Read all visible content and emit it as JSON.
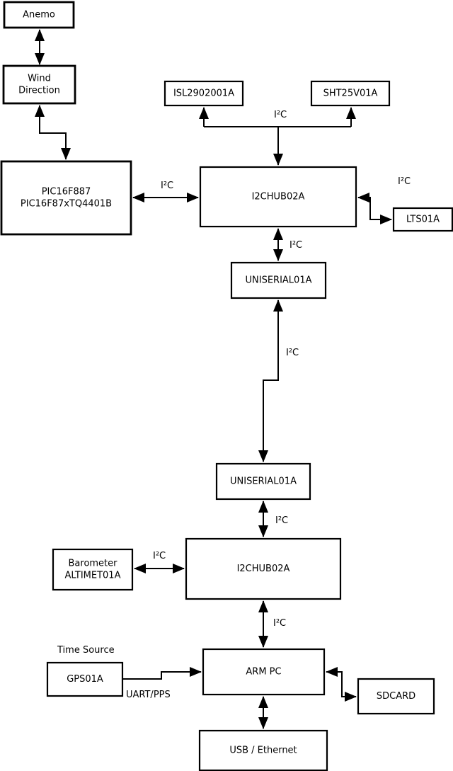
{
  "diagram": {
    "nodes": {
      "anemo": {
        "label": "Anemo"
      },
      "wind_direction": {
        "line1": "Wind",
        "line2": "Direction"
      },
      "pic": {
        "line1": "PIC16F887",
        "line2": "PIC16F87xTQ4401B"
      },
      "isl": {
        "label": "ISL2902001A"
      },
      "sht": {
        "label": "SHT25V01A"
      },
      "i2chub_top": {
        "label": "I2CHUB02A"
      },
      "lts": {
        "label": "LTS01A"
      },
      "uniserial_top": {
        "label": "UNISERIAL01A"
      },
      "uniserial_bottom": {
        "label": "UNISERIAL01A"
      },
      "barometer": {
        "line1": "Barometer",
        "line2": "ALTIMET01A"
      },
      "i2chub_bottom": {
        "label": "I2CHUB02A"
      },
      "gps": {
        "label": "GPS01A"
      },
      "arm_pc": {
        "label": "ARM PC"
      },
      "sdcard": {
        "label": "SDCARD"
      },
      "usb_ethernet": {
        "label": "USB / Ethernet"
      }
    },
    "edge_labels": {
      "i2c": "I²C",
      "uart_pps": "UART/PPS",
      "time_source": "Time Source"
    },
    "colors": {
      "line": "#000000",
      "box_fill": "#ffffff",
      "background": "#ffffff"
    }
  }
}
